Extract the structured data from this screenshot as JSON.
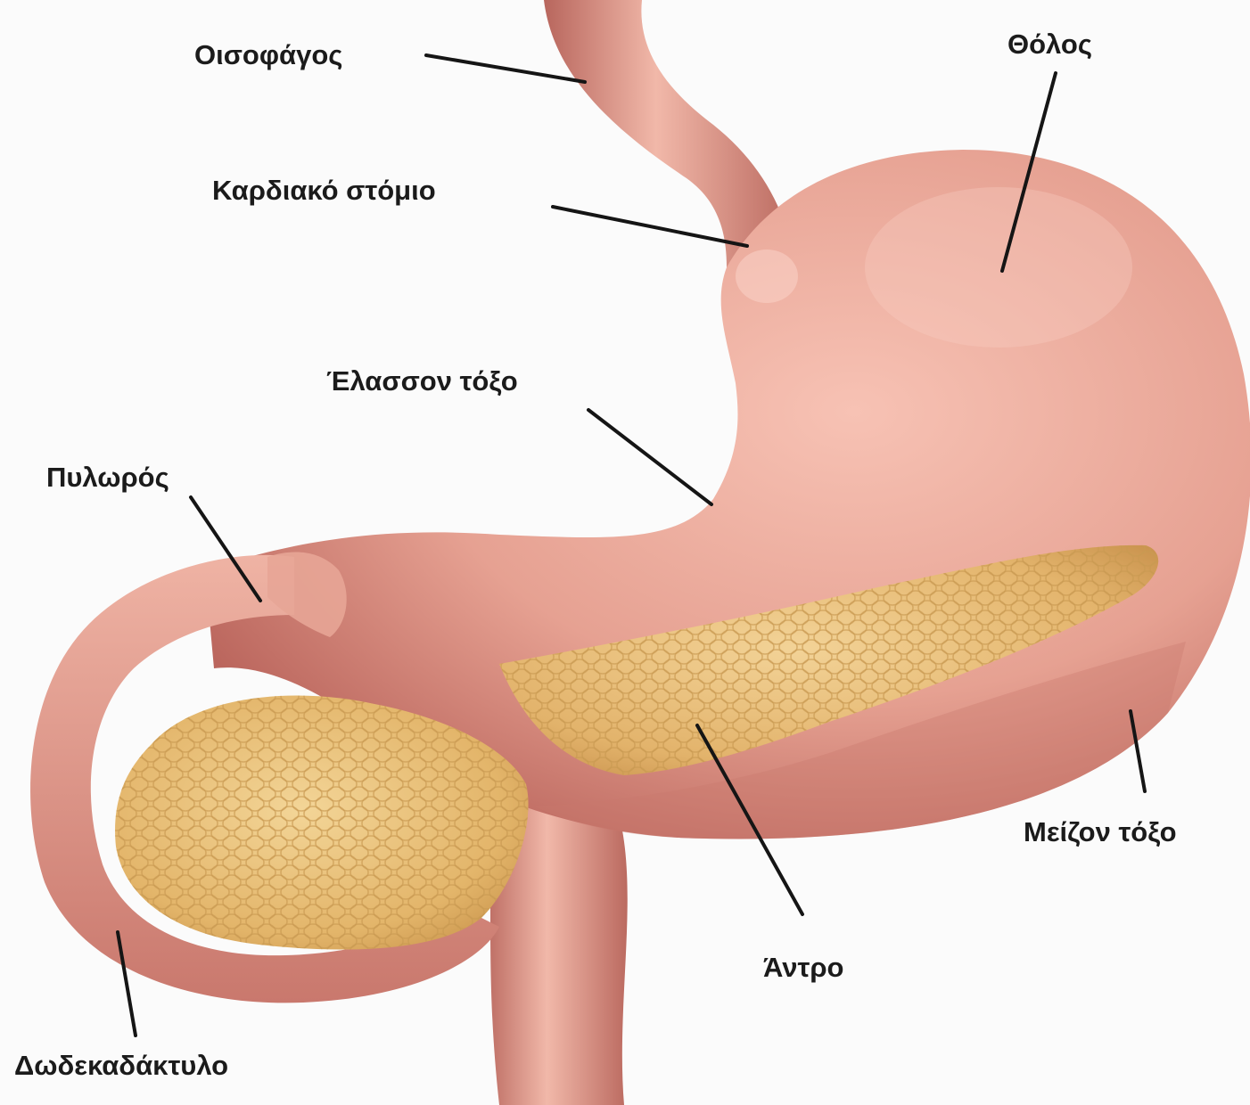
{
  "labels": {
    "oesophagus": "Οισοφάγος",
    "fundus": "Θόλος",
    "cardia": "Καρδιακό στόμιο",
    "lesser_curvature": "Έλασσον τόξο",
    "pylorus": "Πυλωρός",
    "greater_curvature": "Μείζον τόξο",
    "antrum": "Άντρο",
    "duodenum": "Δωδεκαδάκτυλο"
  },
  "colors": {
    "background": "#fbfbfb",
    "stomach": "#e39a8c",
    "stomach_shadow": "#b9625a",
    "pancreas": "#e8bf78",
    "leader_line": "#151515",
    "text": "#1b1b1b"
  }
}
